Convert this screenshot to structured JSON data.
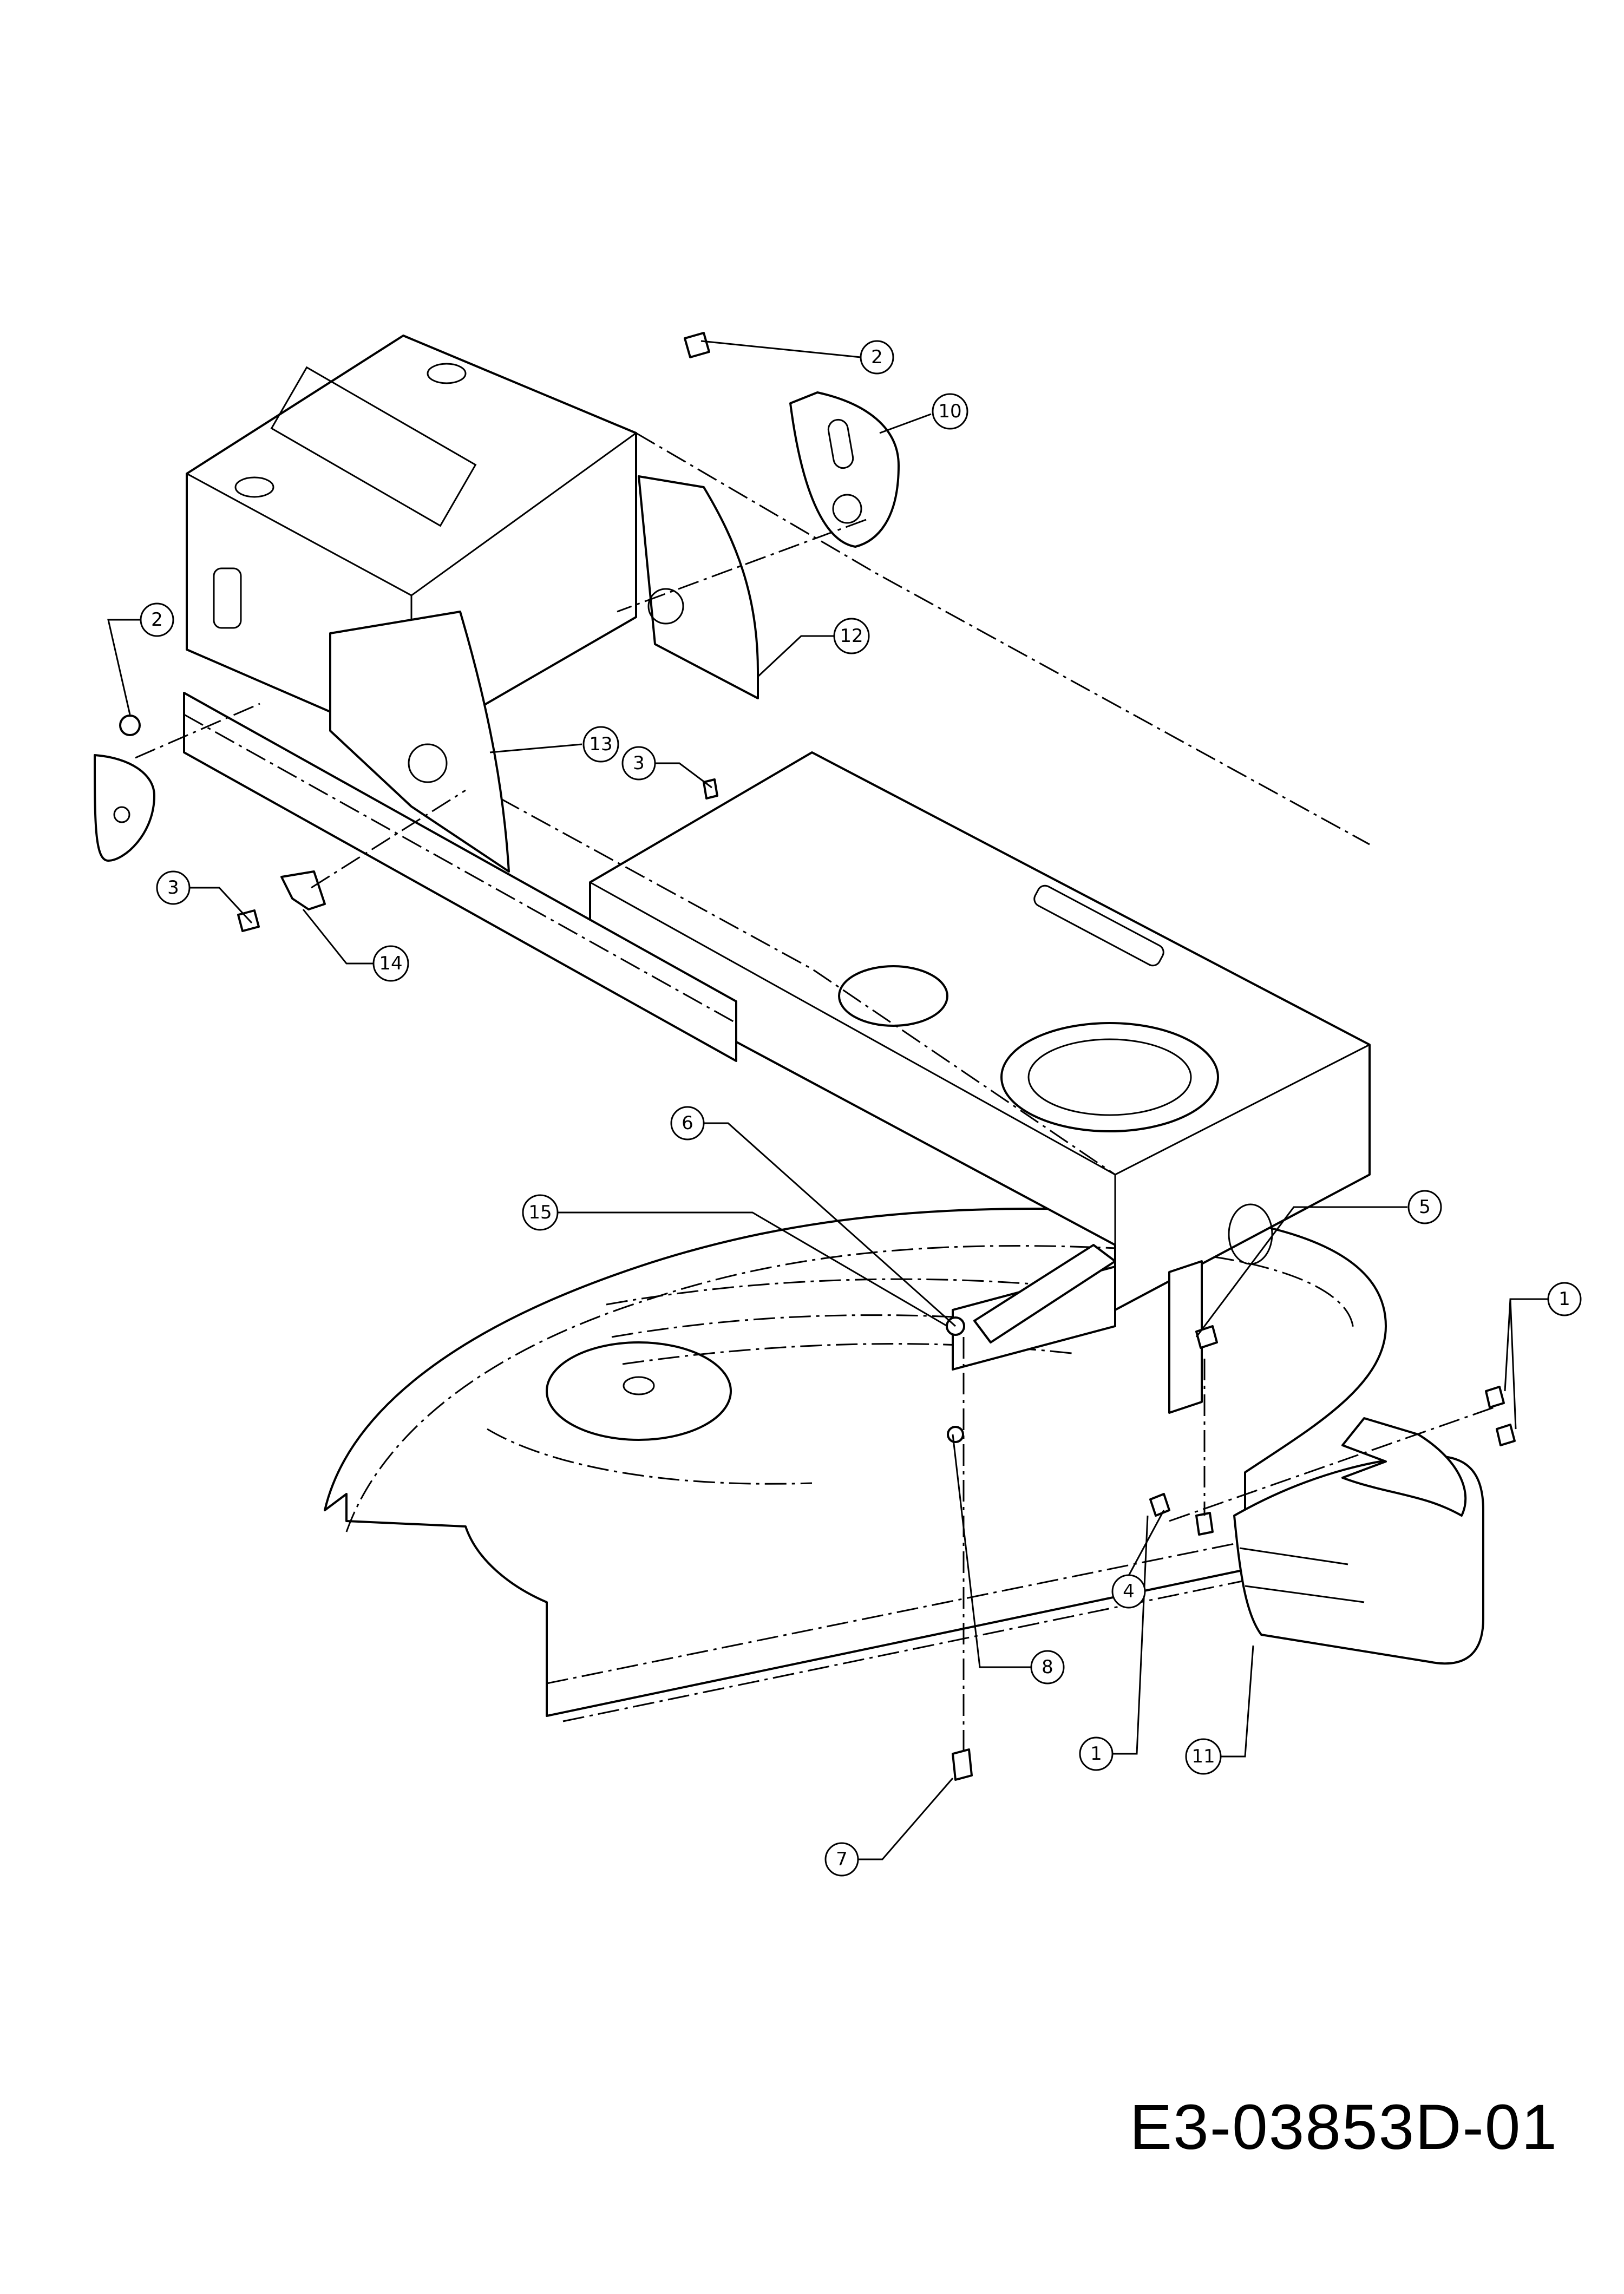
{
  "drawing_number": "E3-03853D-01",
  "callouts": [
    "1",
    "1",
    "2",
    "2",
    "3",
    "3",
    "4",
    "5",
    "6",
    "7",
    "8",
    "10",
    "11",
    "12",
    "13",
    "14",
    "15"
  ]
}
